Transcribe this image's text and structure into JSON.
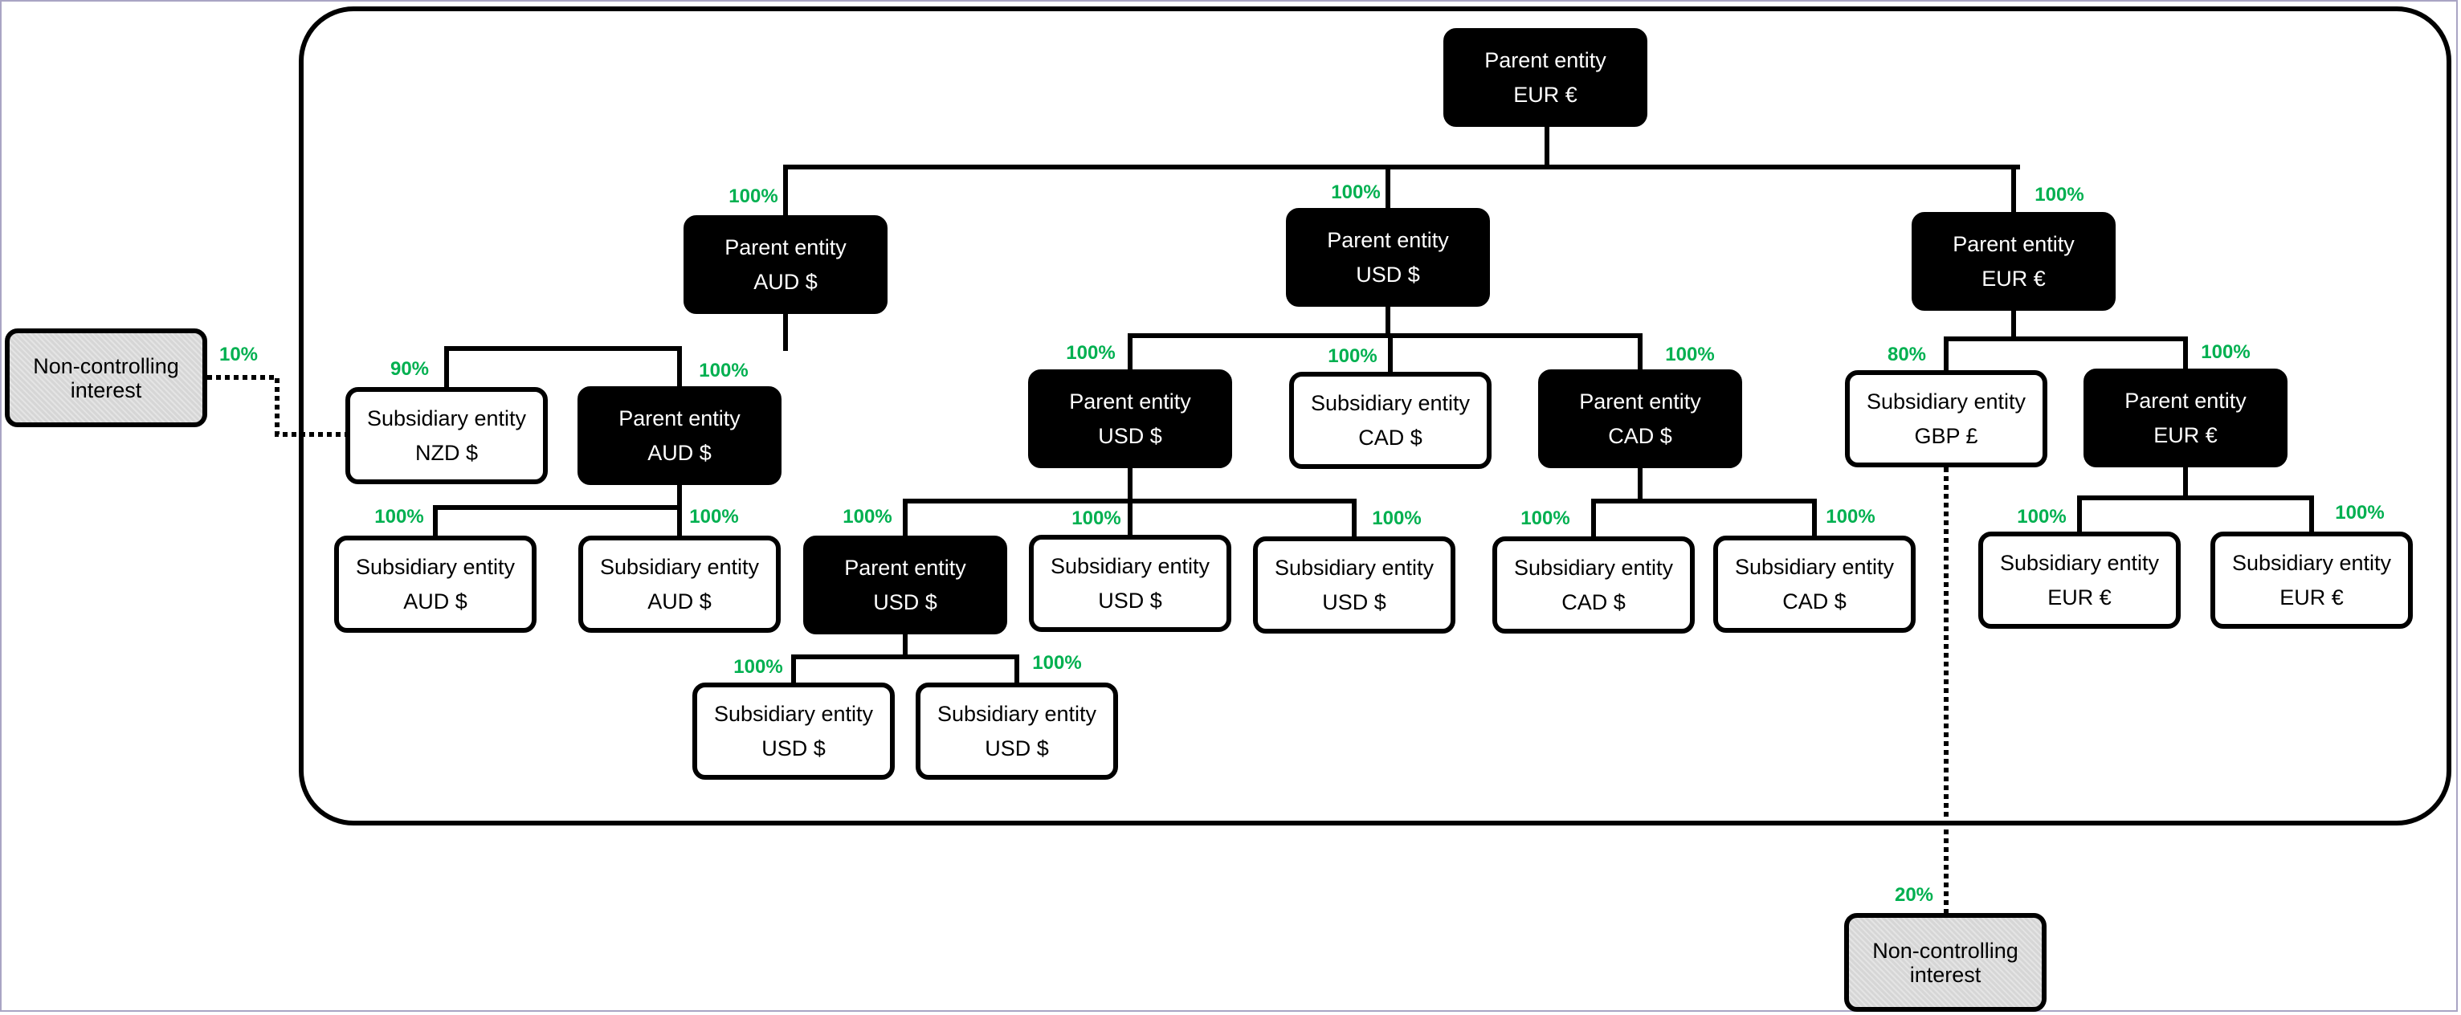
{
  "diagram": {
    "colors": {
      "parent_fill": "#000000",
      "subsidiary_fill": "#ffffff",
      "nci_fill": "#d6d6d6",
      "percentage_text": "#00b050",
      "border": "#000000"
    },
    "nodes": {
      "p_eur_top": {
        "title": "Parent entity",
        "currency": "EUR €"
      },
      "p_aud": {
        "title": "Parent entity",
        "currency": "AUD $"
      },
      "p_usd": {
        "title": "Parent entity",
        "currency": "USD $"
      },
      "p_eur_right": {
        "title": "Parent entity",
        "currency": "EUR €"
      },
      "s_nzd": {
        "title": "Subsidiary entity",
        "currency": "NZD $"
      },
      "p_aud2": {
        "title": "Parent entity",
        "currency": "AUD $"
      },
      "p_usd2": {
        "title": "Parent entity",
        "currency": "USD $"
      },
      "s_cad": {
        "title": "Subsidiary entity",
        "currency": "CAD $"
      },
      "p_cad": {
        "title": "Parent entity",
        "currency": "CAD $"
      },
      "s_gbp": {
        "title": "Subsidiary entity",
        "currency": "GBP £"
      },
      "p_eur2": {
        "title": "Parent entity",
        "currency": "EUR €"
      },
      "s_aud_a": {
        "title": "Subsidiary entity",
        "currency": "AUD $"
      },
      "s_aud_b": {
        "title": "Subsidiary entity",
        "currency": "AUD $"
      },
      "p_usd3": {
        "title": "Parent entity",
        "currency": "USD $"
      },
      "s_usd_a": {
        "title": "Subsidiary entity",
        "currency": "USD $"
      },
      "s_usd_b": {
        "title": "Subsidiary entity",
        "currency": "USD $"
      },
      "s_cad_a": {
        "title": "Subsidiary entity",
        "currency": "CAD $"
      },
      "s_cad_b": {
        "title": "Subsidiary entity",
        "currency": "CAD $"
      },
      "s_eur_a": {
        "title": "Subsidiary entity",
        "currency": "EUR €"
      },
      "s_eur_b": {
        "title": "Subsidiary entity",
        "currency": "EUR €"
      },
      "s_usd_c": {
        "title": "Subsidiary entity",
        "currency": "USD $"
      },
      "s_usd_d": {
        "title": "Subsidiary entity",
        "currency": "USD $"
      }
    },
    "nci_left": {
      "line1": "Non-controlling",
      "line2": "interest"
    },
    "nci_bottom": {
      "line1": "Non-controlling",
      "line2": "interest"
    },
    "ownership": {
      "p_aud": "100%",
      "p_usd": "100%",
      "p_eur_right": "100%",
      "nci_left": "10%",
      "s_nzd": "90%",
      "p_aud2": "100%",
      "s_aud_a": "100%",
      "s_aud_b": "100%",
      "p_usd2": "100%",
      "s_cad": "100%",
      "p_cad": "100%",
      "p_usd3": "100%",
      "s_usd_a": "100%",
      "s_usd_b": "100%",
      "s_usd_c": "100%",
      "s_usd_d": "100%",
      "s_cad_a": "100%",
      "s_cad_b": "100%",
      "s_gbp": "80%",
      "p_eur2": "100%",
      "s_eur_a": "100%",
      "s_eur_b": "100%",
      "nci_bottom": "20%"
    }
  }
}
